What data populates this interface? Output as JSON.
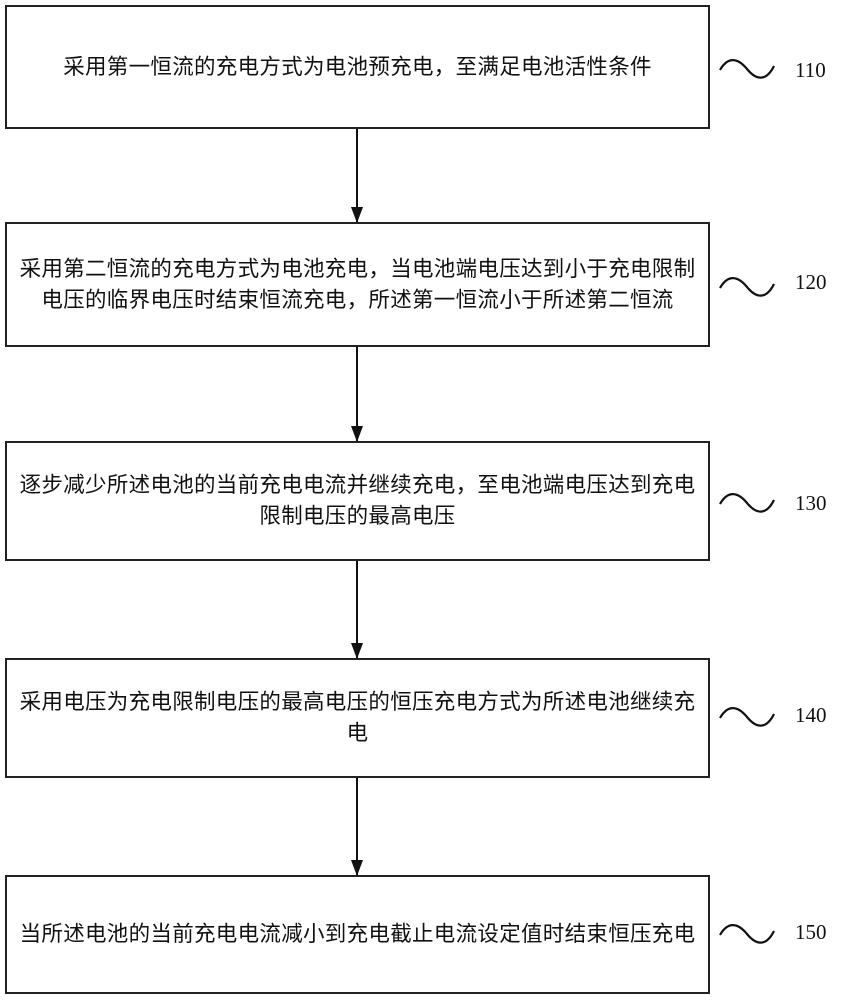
{
  "steps": [
    {
      "id": "110",
      "text": "采用第一恒流的充电方式为电池预充电，至满足电池活性条件"
    },
    {
      "id": "120",
      "text": "采用第二恒流的充电方式为电池充电，当电池端电压达到小于充电限制电压的临界电压时结束恒流充电，所述第一恒流小于所述第二恒流"
    },
    {
      "id": "130",
      "text": "逐步减少所述电池的当前充电电流并继续充电，至电池端电压达到充电限制电压的最高电压"
    },
    {
      "id": "140",
      "text": "采用电压为充电限制电压的最高电压的恒压充电方式为所述电池继续充电"
    },
    {
      "id": "150",
      "text": "当所述电池的当前充电电流减小到充电截止电流设定值时结束恒压充电"
    }
  ]
}
